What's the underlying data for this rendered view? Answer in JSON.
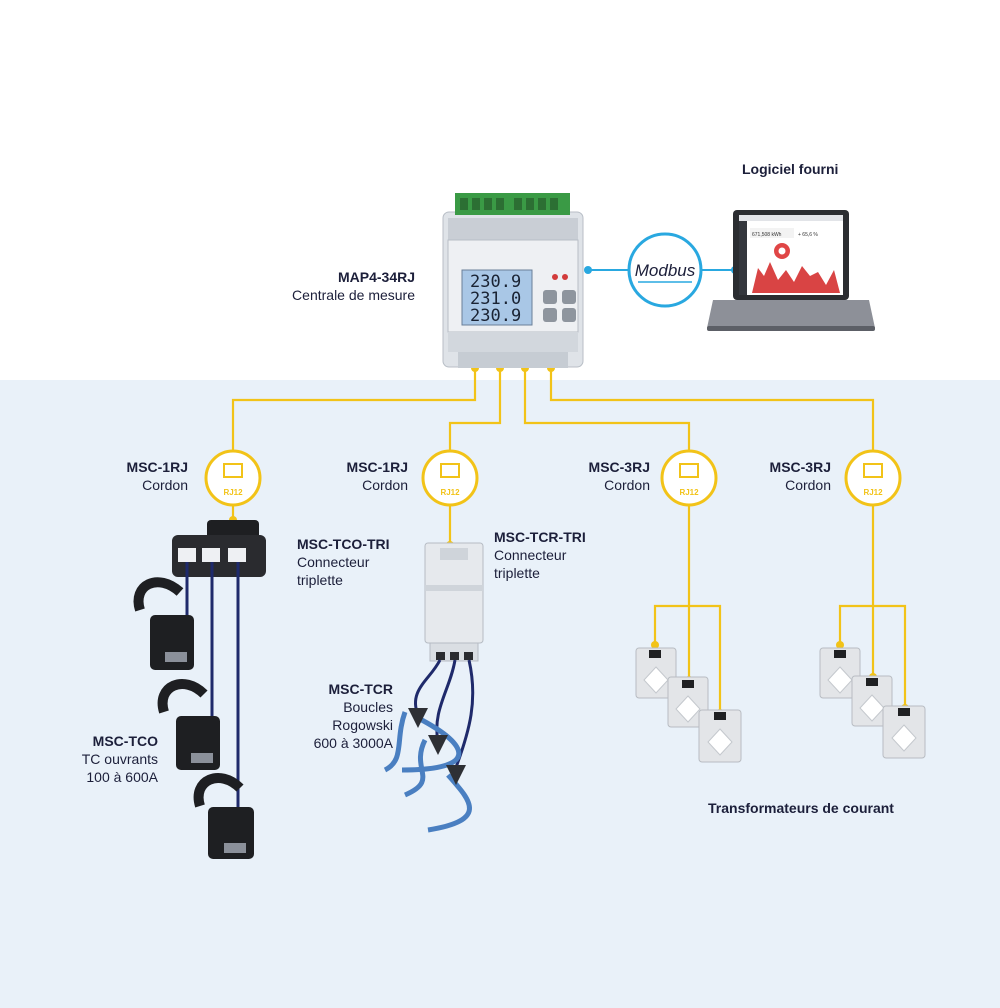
{
  "software": {
    "title": "Logiciel fourni"
  },
  "protocol": {
    "label": "Modbus"
  },
  "central": {
    "model": "MAP4-34RJ",
    "description": "Centrale de mesure",
    "display_values": [
      "230.9",
      "231.0",
      "230.9"
    ]
  },
  "laptop_screen": {
    "kpi1": "671,508 kWh",
    "kpi2": "+ 65,6 %"
  },
  "rj12_label": "RJ12",
  "cords": [
    {
      "model": "MSC-1RJ",
      "description": "Cordon"
    },
    {
      "model": "MSC-1RJ",
      "description": "Cordon"
    },
    {
      "model": "MSC-3RJ",
      "description": "Cordon"
    },
    {
      "model": "MSC-3RJ",
      "description": "Cordon"
    }
  ],
  "connectors": [
    {
      "model": "MSC-TCO-TRI",
      "line1": "Connecteur",
      "line2": "triplette"
    },
    {
      "model": "MSC-TCR-TRI",
      "line1": "Connecteur",
      "line2": "triplette"
    }
  ],
  "sensors": {
    "tco": {
      "model": "MSC-TCO",
      "line1": "TC ouvrants",
      "line2": "100 à 600A"
    },
    "tcr": {
      "model": "MSC-TCR",
      "line1": "Boucles",
      "line2": "Rogowski",
      "line3": "600 à 3000A"
    }
  },
  "transformers": {
    "title": "Transformateurs de courant"
  },
  "colors": {
    "wire": "#f2c318",
    "badge": "#f2c318",
    "modbus_ring": "#29a8e0",
    "lower_bg": "#e9f1f9",
    "text": "#1c1f3a",
    "sensor_cable": "#1f2a6b",
    "rogowski": "#4a7fc1"
  }
}
